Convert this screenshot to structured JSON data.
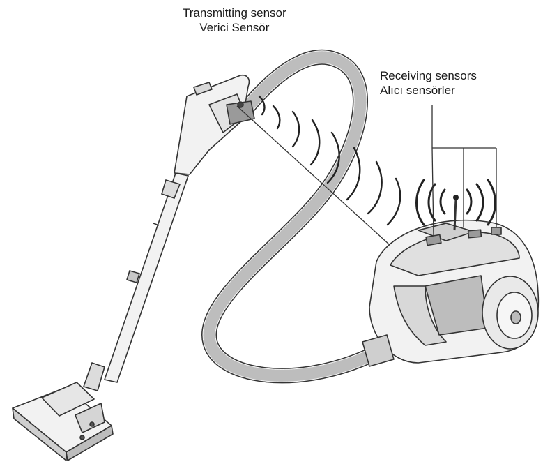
{
  "labels": {
    "transmitting_en": "Transmitting sensor",
    "transmitting_tr": "Verici  Sensör",
    "receiving_en": "Receiving sensors",
    "receiving_tr": "Alıcı sensörler"
  },
  "colors": {
    "line": "#333333",
    "waves": "#222222",
    "body_fill": "#f2f2f2",
    "shade": "#cfcfcf"
  }
}
